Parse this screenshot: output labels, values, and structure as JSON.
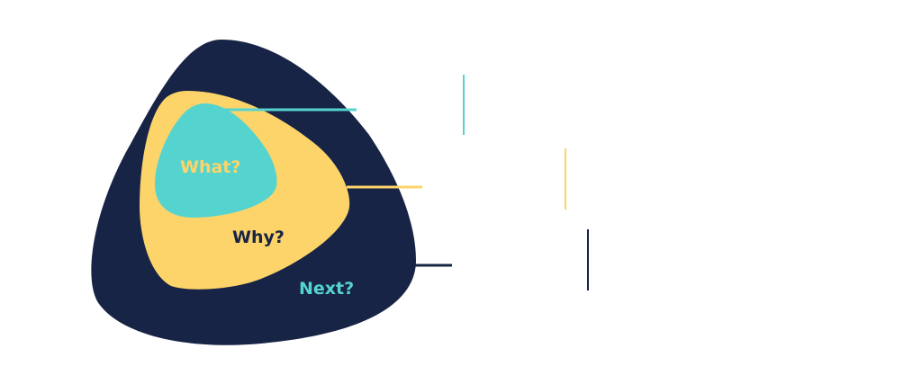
{
  "diagram": {
    "title": "",
    "colors": {
      "outer": "#172445",
      "middle": "#fcd46a",
      "inner": "#55d4cf",
      "background": "#ffffff"
    },
    "layers": [
      {
        "id": "inner",
        "label": "What?",
        "label_color": "#fcd46a",
        "fill": "#55d4cf",
        "connector_color": "#55d4cf"
      },
      {
        "id": "middle",
        "label": "Why?",
        "label_color": "#172445",
        "fill": "#fcd46a",
        "connector_color": "#fcd46a"
      },
      {
        "id": "outer",
        "label": "Next?",
        "label_color": "#55d4cf",
        "fill": "#172445",
        "connector_color": "#172445"
      }
    ]
  }
}
